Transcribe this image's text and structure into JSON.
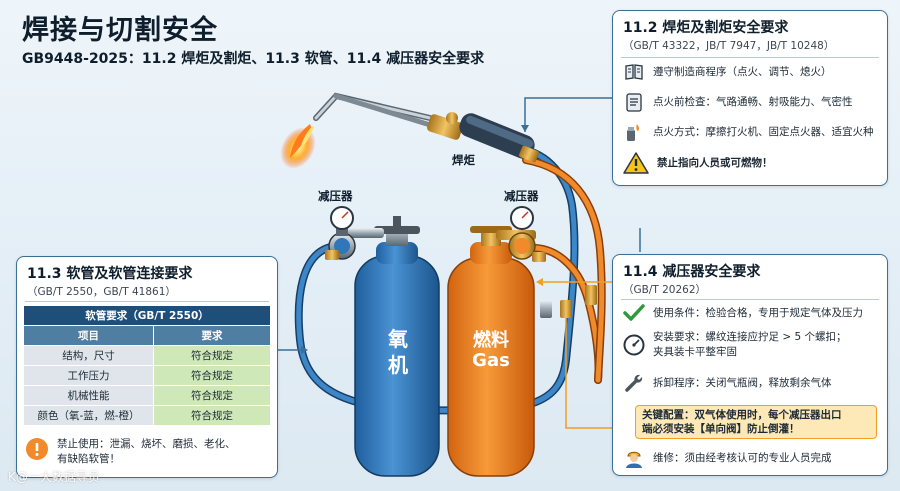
{
  "title": "焊接与切割安全",
  "subtitle": "GB9448-2025：11.2 焊炬及割炬、11.3 软管、11.4 减压器安全要求",
  "labels": {
    "torch": "焊炬",
    "regulator_left": "减压器",
    "regulator_right": "减压器",
    "oxygen_cylinder": "氧\n机",
    "fuel_cylinder_line1": "燃料",
    "fuel_cylinder_line2": "Gas"
  },
  "panel_torch": {
    "title": "11.2 焊炬及割炬安全要求",
    "standards": "（GB/T 43322，JB/T 7947，JB/T 10248）",
    "items": [
      {
        "icon": "manual-book-icon",
        "text": "遵守制造商程序（点火、调节、熄火）"
      },
      {
        "icon": "checklist-icon",
        "text": "点火前检查：气路通畅、射吸能力、气密性"
      },
      {
        "icon": "lighter-icon",
        "text": "点火方式：摩擦打火机、固定点火器、适宜火种"
      },
      {
        "icon": "warning-icon",
        "text": "禁止指向人员或可燃物！"
      }
    ]
  },
  "panel_hose": {
    "title": "11.3 软管及软管连接要求",
    "standards": "（GB/T 2550，GB/T 41861）",
    "table_title": "软管要求（GB/T 2550）",
    "columns": [
      "项目",
      "要求"
    ],
    "rows": [
      [
        "结构，尺寸",
        "符合规定"
      ],
      [
        "工作压力",
        "符合规定"
      ],
      [
        "机械性能",
        "符合规定"
      ],
      [
        "颜色（氧-蓝，燃-橙）",
        "符合规定"
      ]
    ],
    "warning_line1": "禁止使用：泄漏、烧坏、磨损、老化、",
    "warning_line2": "有缺陷软管！"
  },
  "panel_regulator": {
    "title": "11.4 减压器安全要求",
    "standards": "（GB/T 20262）",
    "items": [
      {
        "icon": "checkmark-icon",
        "line1": "使用条件：检验合格，专用于规定气体及压力",
        "line2": ""
      },
      {
        "icon": "pressure-gauge-icon",
        "line1": "安装要求：螺纹连接应拧足 > 5 个螺扣；",
        "line2": "夹具装卡平整牢固"
      },
      {
        "icon": "wrench-icon",
        "line1": "拆卸程序：关闭气瓶阀，释放剩余气体",
        "line2": ""
      }
    ],
    "key_label": "关键配置：",
    "key_line1": "双气体使用时，每个减压器出口",
    "key_line2": "端必须安装【单向阀】防止倒灌！",
    "worker": {
      "icon": "worker-icon",
      "text": "维修：须由经考核认可的专业人员完成"
    }
  },
  "watermark": "K@一大数据导员"
}
